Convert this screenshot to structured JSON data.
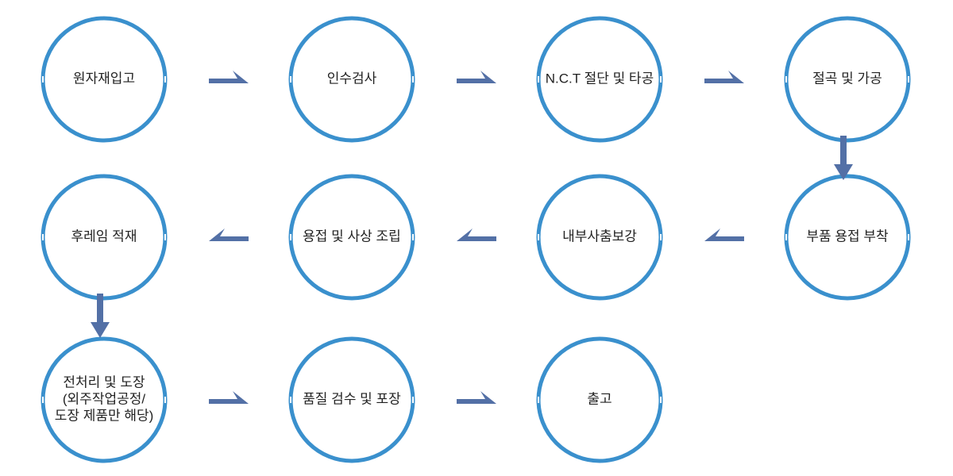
{
  "colors": {
    "circle_stroke": "#3a90cd",
    "arrow": "#5370a6",
    "text": "#222222"
  },
  "steps": [
    {
      "lines": [
        "원자재입고"
      ]
    },
    {
      "lines": [
        "인수검사"
      ]
    },
    {
      "lines": [
        "N.C.T 절단 및 타공"
      ]
    },
    {
      "lines": [
        "절곡 및 가공"
      ]
    },
    {
      "lines": [
        "부품 용접 부착"
      ]
    },
    {
      "lines": [
        "내부사춤보강"
      ]
    },
    {
      "lines": [
        "용접 및 사상 조립"
      ]
    },
    {
      "lines": [
        "후레임 적재"
      ]
    },
    {
      "lines": [
        "전처리 및 도장",
        "(외주작업공정/",
        "도장 제품만 해당)"
      ]
    },
    {
      "lines": [
        "품질 검수 및 포장"
      ]
    },
    {
      "lines": [
        "출고"
      ]
    }
  ],
  "arrows": [
    {
      "from": 0,
      "to": 1,
      "direction": "right"
    },
    {
      "from": 1,
      "to": 2,
      "direction": "right"
    },
    {
      "from": 2,
      "to": 3,
      "direction": "right"
    },
    {
      "from": 3,
      "to": 4,
      "direction": "down"
    },
    {
      "from": 4,
      "to": 5,
      "direction": "left"
    },
    {
      "from": 5,
      "to": 6,
      "direction": "left"
    },
    {
      "from": 6,
      "to": 7,
      "direction": "left"
    },
    {
      "from": 7,
      "to": 8,
      "direction": "down"
    },
    {
      "from": 8,
      "to": 9,
      "direction": "right"
    },
    {
      "from": 9,
      "to": 10,
      "direction": "right"
    }
  ]
}
